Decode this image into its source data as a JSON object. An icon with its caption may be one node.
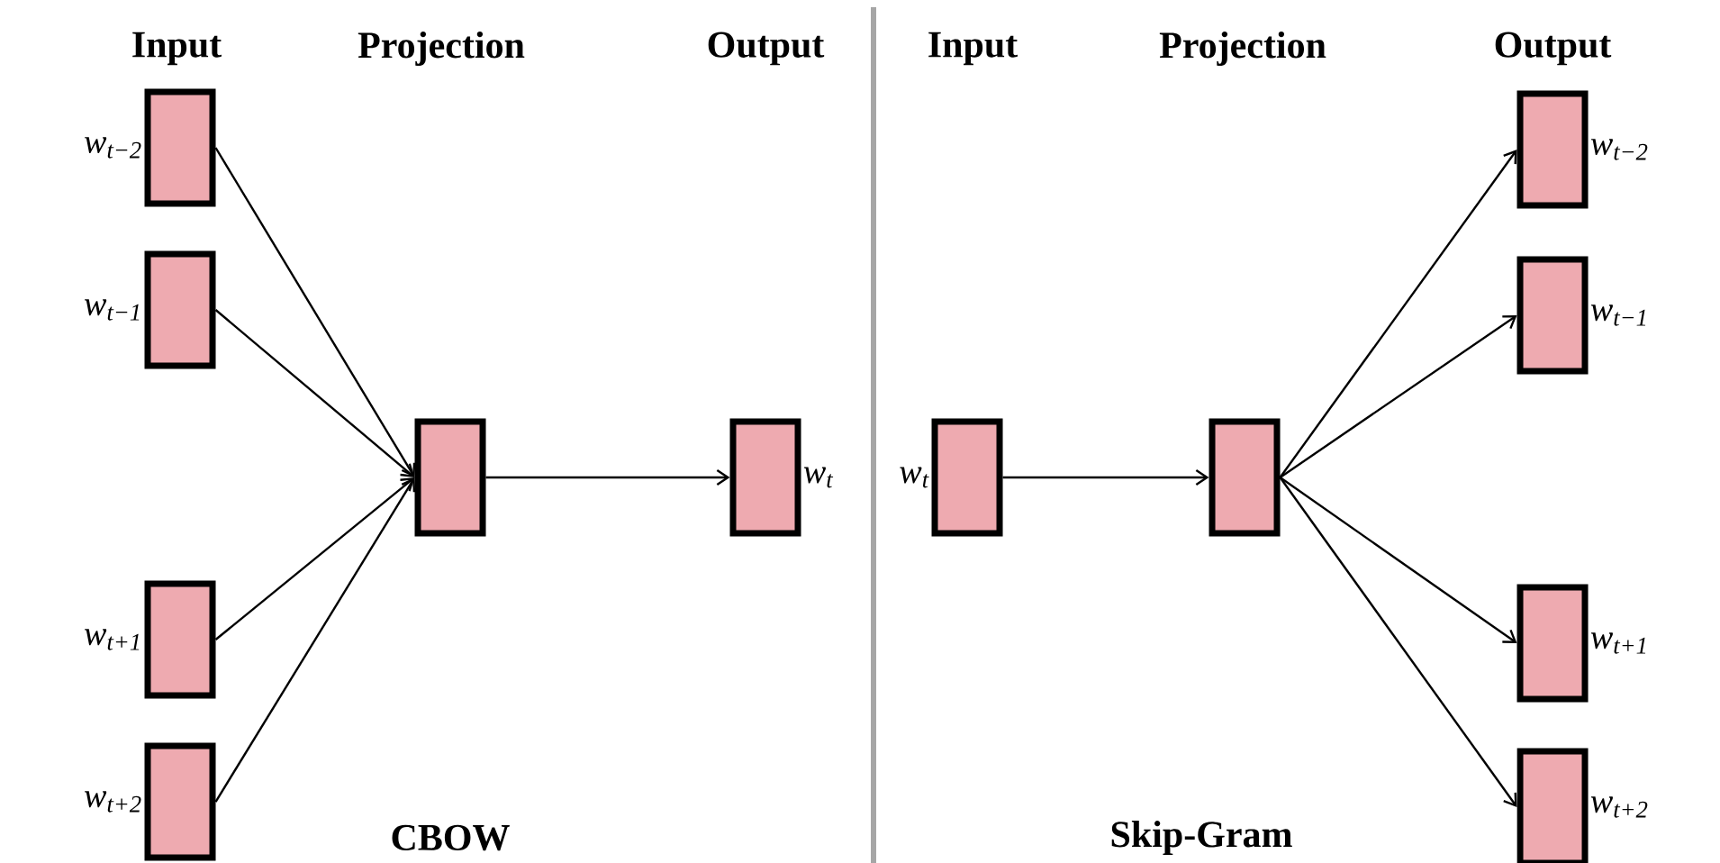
{
  "diagram": {
    "nodes": [
      {
        "text": [],
        "shape": "box",
        "beside": [
          "w$_{t−2}$"
        ]
      },
      {
        "text": [],
        "shape": "box",
        "beside": [
          "w$_{t−1}$"
        ]
      },
      {
        "text": [],
        "shape": "box",
        "beside": [
          "w$_{t+1}$"
        ]
      },
      {
        "text": [],
        "shape": "box",
        "beside": [
          "w$_{t+2}$"
        ]
      },
      {
        "text": [],
        "shape": "box"
      },
      {
        "text": [],
        "shape": "box",
        "beside": [
          "w$_{t}$"
        ]
      },
      {
        "text": [],
        "shape": "box",
        "beside": [
          "w$_{t}$"
        ]
      },
      {
        "text": [],
        "shape": "box"
      },
      {
        "text": [],
        "shape": "box",
        "beside": [
          "w$_{t−2}$"
        ]
      },
      {
        "text": [],
        "shape": "box",
        "beside": [
          "w$_{t−1}$"
        ]
      },
      {
        "text": [],
        "shape": "box",
        "beside": [
          "w$_{t+1}$"
        ]
      },
      {
        "text": [],
        "shape": "box",
        "beside": [
          "w$_{t+2}$"
        ]
      }
    ],
    "edges": [
      {
        "from": 0,
        "to": 4,
        "arrow": "to"
      },
      {
        "from": 1,
        "to": 4,
        "arrow": "to"
      },
      {
        "from": 2,
        "to": 4,
        "arrow": "to"
      },
      {
        "from": 3,
        "to": 4,
        "arrow": "to"
      },
      {
        "from": 4,
        "to": 5,
        "arrow": "to"
      },
      {
        "from": 6,
        "to": 7,
        "arrow": "to"
      },
      {
        "from": 7,
        "to": 8,
        "arrow": "to"
      },
      {
        "from": 7,
        "to": 9,
        "arrow": "to"
      },
      {
        "from": 7,
        "to": 10,
        "arrow": "to"
      },
      {
        "from": 7,
        "to": 11,
        "arrow": "to"
      }
    ],
    "labels": [
      "Input",
      "Projection",
      "Output",
      "Input",
      "Projection",
      "Output",
      "CBOW",
      "Skip-Gram"
    ]
  }
}
